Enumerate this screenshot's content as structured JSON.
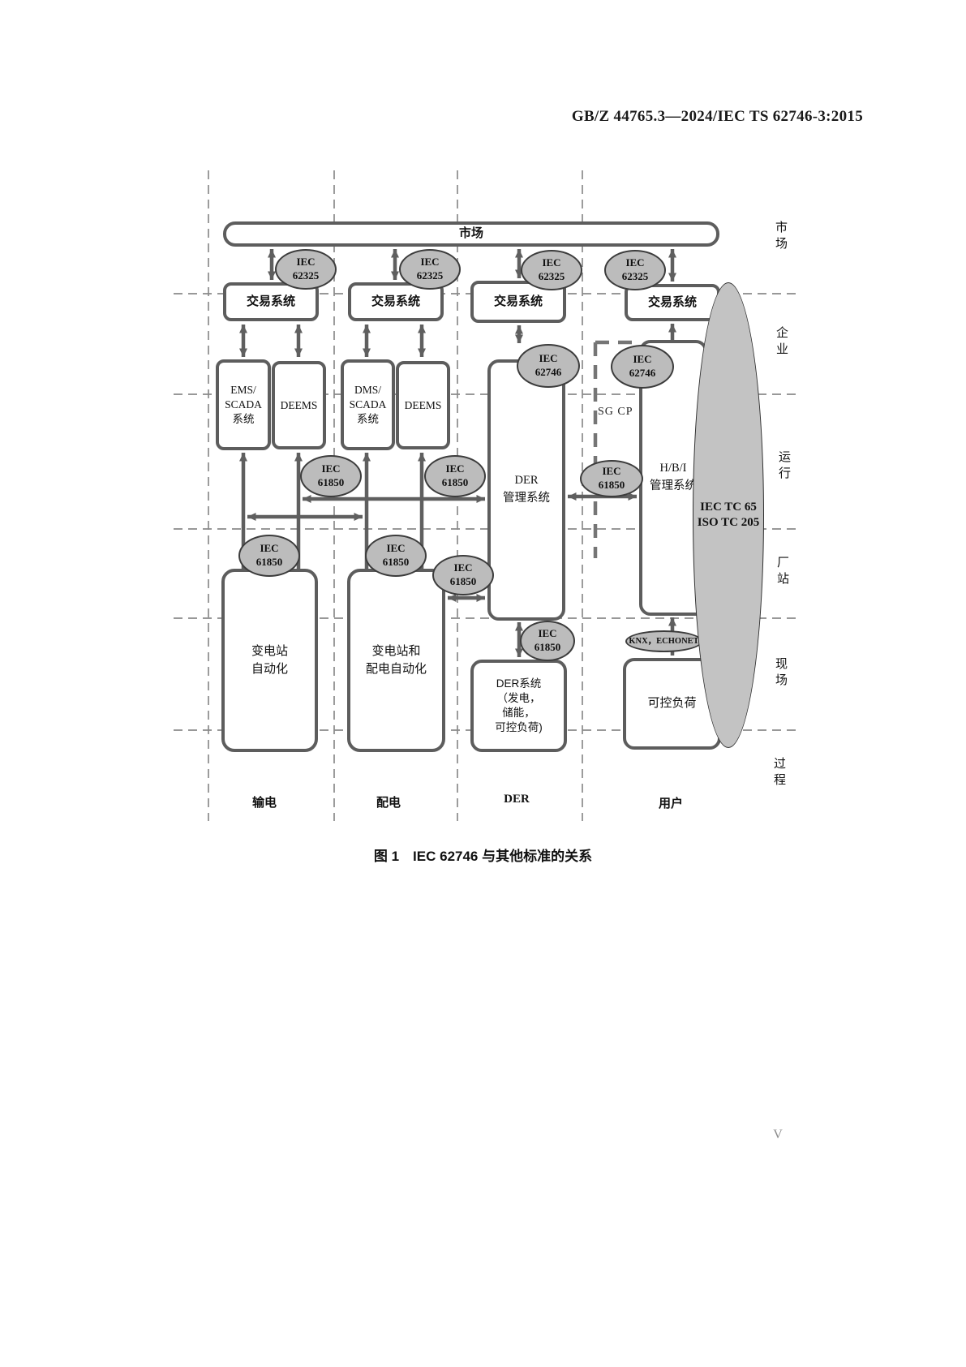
{
  "header": {
    "doc_code": "GB/Z 44765.3—2024/IEC TS 62746-3:2015"
  },
  "footer": {
    "page_number": "V"
  },
  "caption": {
    "text": "图 1　IEC 62746 与其他标准的关系"
  },
  "layers": {
    "market": "市场",
    "enterprise": "企业",
    "operation": "运行",
    "station": "厂站",
    "field": "现场",
    "process": "过程"
  },
  "columns": {
    "transmission": "输电",
    "distribution": "配电",
    "der": "DER",
    "customer": "用户"
  },
  "nodes": {
    "market_bar": "市场",
    "trading_system": "交易系统",
    "ems_l1": "EMS/",
    "ems_l2": "SCADA",
    "ems_l3": "系统",
    "deems": "DEEMS",
    "dms_l1": "DMS/",
    "dms_l2": "SCADA",
    "dms_l3": "系统",
    "der_mgmt_l1": "DER",
    "der_mgmt_l2": "管理系统",
    "hbi_l1": "H/B/I",
    "hbi_l2": "管理系统",
    "sg_cp": "SG CP",
    "substation_l1": "变电站",
    "substation_l2": "自动化",
    "subdist_l1": "变电站和",
    "subdist_l2": "配电自动化",
    "der_sys_l1": "DER系统",
    "der_sys_l2": "（发电，",
    "der_sys_l3": "储能，",
    "der_sys_l4": "可控负荷)",
    "load": "可控负荷",
    "tc_l1": "IEC TC 65",
    "tc_l2": "ISO TC 205",
    "knx": "KNX，ECHONET"
  },
  "standards": {
    "iec62325_l1": "IEC",
    "iec62325_l2": "62325",
    "iec62746_l1": "IEC",
    "iec62746_l2": "62746",
    "iec61850_l1": "IEC",
    "iec61850_l2": "61850"
  },
  "colors": {
    "stroke": "#5d5d5d",
    "ellipse_fill": "#bcbcbc",
    "big_ellipse_fill": "#c3c3c3",
    "dashed": "#8a8a8a"
  }
}
